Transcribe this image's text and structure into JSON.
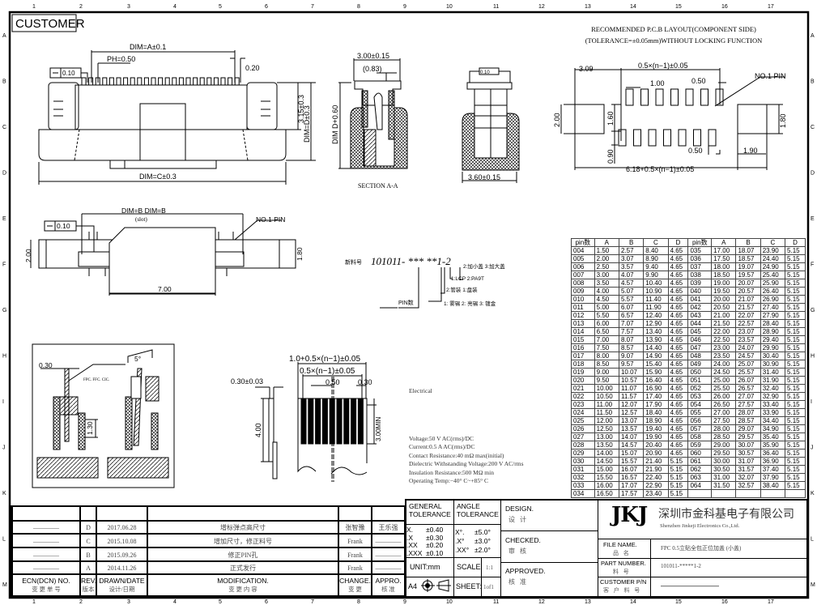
{
  "title_tag": "CUSTOMER",
  "zone_columns": [
    "1",
    "2",
    "3",
    "4",
    "5",
    "6",
    "7",
    "8",
    "9",
    "10",
    "11",
    "12",
    "13",
    "14",
    "15",
    "16",
    "17"
  ],
  "zone_rows": [
    "A",
    "B",
    "C",
    "D",
    "E",
    "F",
    "G",
    "H",
    "I",
    "J",
    "K",
    "L",
    "M"
  ],
  "front_view": {
    "dim_a": "DIM=A±0.1",
    "pitch": "PH=0.50",
    "flatness": "0.10",
    "dim_020": "0.20",
    "dim_c": "DIM=C±0.3",
    "height": "3.15±0.3",
    "dim_d": "DIM=D±0.3"
  },
  "section_view": {
    "width": "3.00±0.15",
    "inner": "(0.83)",
    "height": "DIM D+0.60",
    "caption": "SECTION A-A",
    "end_width": "3.60±0.15",
    "end_flatness": "0.10"
  },
  "pcb_layout": {
    "title": "RECOMMENDED P.C.B LAYOUT(COMPONENT SIDE)",
    "subtitle": "(TOLERANCE=±0.05mm)WITHOUT LOCKING FUNCTION",
    "d309": "3.09",
    "pitch_total": "0.5×(n−1)±0.05",
    "d100": "1.00",
    "d050_top": "0.50",
    "no1pin": "NO.1 PIN",
    "d200": "2.00",
    "d160": "1.60",
    "d180": "1.80",
    "d090": "0.90",
    "d050_bot": "0.50",
    "d190": "1.90",
    "overall": "6.18+0.5×(n−1)±0.05"
  },
  "side_view": {
    "dim_b": "DIM=B  DIM=B",
    "slot": "(slot)",
    "flatness": "0.10",
    "no1pin": "NO.1 PIN",
    "d200": "2.00",
    "d180": "1.80",
    "d700": "7.00"
  },
  "part_code": {
    "label": "新料号",
    "code": "101011- *** **1-2",
    "opt_cover": "2:加小盖   3:加大盖",
    "opt_material": "1:LCP   2:PA9T",
    "opt_pack": "2:管装     1:盘装",
    "opt_plating": "1: 雾锡      2: 亮锡      3: 镀金",
    "pin_label": "PIN数"
  },
  "fpc_detail": {
    "d030": "0.30",
    "fpc_note": "FPC. FFC. CIC.",
    "d130": "1.30",
    "angle": "5°"
  },
  "fpc_spec": {
    "overall": "1.0+0.5×(n−1)±0.05",
    "pitch_total": "0.5×(n−1)±0.05",
    "thickness": "0.30±0.03",
    "pitch": "0.50",
    "d030": "0.30",
    "d400": "4.00",
    "d300": "3.00MIN"
  },
  "electrical": {
    "heading": "Electrical",
    "lines": [
      "Voltage:50 V AC(rms)/DC",
      "Current:0.5 A AC(rms)/DC",
      "Contact Resistance:40 mΩ max(initial)",
      "Dielectric Withstanding Voltage:200 V AC/rms",
      "Insulation Resistance:500 MΩ min",
      "Operating Temp:−40° C~+85° C"
    ]
  },
  "pin_table": {
    "headers": [
      "pin数",
      "A",
      "B",
      "C",
      "D",
      "pin数",
      "A",
      "B",
      "C",
      "D"
    ],
    "rows": [
      [
        "004",
        "1.50",
        "2.57",
        "8.40",
        "4.65",
        "035",
        "17.00",
        "18.07",
        "23.90",
        "5.15"
      ],
      [
        "005",
        "2.00",
        "3.07",
        "8.90",
        "4.65",
        "036",
        "17.50",
        "18.57",
        "24.40",
        "5.15"
      ],
      [
        "006",
        "2.50",
        "3.57",
        "9.40",
        "4.65",
        "037",
        "18.00",
        "19.07",
        "24.90",
        "5.15"
      ],
      [
        "007",
        "3.00",
        "4.07",
        "9.90",
        "4.65",
        "038",
        "18.50",
        "19.57",
        "25.40",
        "5.15"
      ],
      [
        "008",
        "3.50",
        "4.57",
        "10.40",
        "4.65",
        "039",
        "19.00",
        "20.07",
        "25.90",
        "5.15"
      ],
      [
        "009",
        "4.00",
        "5.07",
        "10.90",
        "4.65",
        "040",
        "19.50",
        "20.57",
        "26.40",
        "5.15"
      ],
      [
        "010",
        "4.50",
        "5.57",
        "11.40",
        "4.65",
        "041",
        "20.00",
        "21.07",
        "26.90",
        "5.15"
      ],
      [
        "011",
        "5.00",
        "6.07",
        "11.90",
        "4.65",
        "042",
        "20.50",
        "21.57",
        "27.40",
        "5.15"
      ],
      [
        "012",
        "5.50",
        "6.57",
        "12.40",
        "4.65",
        "043",
        "21.00",
        "22.07",
        "27.90",
        "5.15"
      ],
      [
        "013",
        "6.00",
        "7.07",
        "12.90",
        "4.65",
        "044",
        "21.50",
        "22.57",
        "28.40",
        "5.15"
      ],
      [
        "014",
        "6.50",
        "7.57",
        "13.40",
        "4.65",
        "045",
        "22.00",
        "23.07",
        "28.90",
        "5.15"
      ],
      [
        "015",
        "7.00",
        "8.07",
        "13.90",
        "4.65",
        "046",
        "22.50",
        "23.57",
        "29.40",
        "5.15"
      ],
      [
        "016",
        "7.50",
        "8.57",
        "14.40",
        "4.65",
        "047",
        "23.00",
        "24.07",
        "29.90",
        "5.15"
      ],
      [
        "017",
        "8.00",
        "9.07",
        "14.90",
        "4.65",
        "048",
        "23.50",
        "24.57",
        "30.40",
        "5.15"
      ],
      [
        "018",
        "8.50",
        "9.57",
        "15.40",
        "4.65",
        "049",
        "24.00",
        "25.07",
        "30.90",
        "5.15"
      ],
      [
        "019",
        "9.00",
        "10.07",
        "15.90",
        "4.65",
        "050",
        "24.50",
        "25.57",
        "31.40",
        "5.15"
      ],
      [
        "020",
        "9.50",
        "10.57",
        "16.40",
        "4.65",
        "051",
        "25.00",
        "26.07",
        "31.90",
        "5.15"
      ],
      [
        "021",
        "10.00",
        "11.07",
        "16.90",
        "4.65",
        "052",
        "25.50",
        "26.57",
        "32.40",
        "5.15"
      ],
      [
        "022",
        "10.50",
        "11.57",
        "17.40",
        "4.65",
        "053",
        "26.00",
        "27.07",
        "32.90",
        "5.15"
      ],
      [
        "023",
        "11.00",
        "12.07",
        "17.90",
        "4.65",
        "054",
        "26.50",
        "27.57",
        "33.40",
        "5.15"
      ],
      [
        "024",
        "11.50",
        "12.57",
        "18.40",
        "4.65",
        "055",
        "27.00",
        "28.07",
        "33.90",
        "5.15"
      ],
      [
        "025",
        "12.00",
        "13.07",
        "18.90",
        "4.65",
        "056",
        "27.50",
        "28.57",
        "34.40",
        "5.15"
      ],
      [
        "026",
        "12.50",
        "13.57",
        "19.40",
        "4.65",
        "057",
        "28.00",
        "29.07",
        "34.90",
        "5.15"
      ],
      [
        "027",
        "13.00",
        "14.07",
        "19.90",
        "4.65",
        "058",
        "28.50",
        "29.57",
        "35.40",
        "5.15"
      ],
      [
        "028",
        "13.50",
        "14.57",
        "20.40",
        "4.65",
        "059",
        "29.00",
        "30.07",
        "35.90",
        "5.15"
      ],
      [
        "029",
        "14.00",
        "15.07",
        "20.90",
        "4.65",
        "060",
        "29.50",
        "30.57",
        "36.40",
        "5.15"
      ],
      [
        "030",
        "14.50",
        "15.57",
        "21.40",
        "5.15",
        "061",
        "30.00",
        "31.07",
        "36.90",
        "5.15"
      ],
      [
        "031",
        "15.00",
        "16.07",
        "21.90",
        "5.15",
        "062",
        "30.50",
        "31.57",
        "37.40",
        "5.15"
      ],
      [
        "032",
        "15.50",
        "16.57",
        "22.40",
        "5.15",
        "063",
        "31.00",
        "32.07",
        "37.90",
        "5.15"
      ],
      [
        "033",
        "16.00",
        "17.07",
        "22.90",
        "5.15",
        "064",
        "31.50",
        "32.57",
        "38.40",
        "5.15"
      ],
      [
        "034",
        "16.50",
        "17.57",
        "23.40",
        "5.15",
        "",
        "",
        "",
        "",
        ""
      ]
    ]
  },
  "revisions": {
    "rows": [
      {
        "ecn": "",
        "rev": "",
        "date": "",
        "mod": "",
        "change": "",
        "appro": ""
      },
      {
        "ecn": "————",
        "rev": "D",
        "date": "2017.06.28",
        "mod": "增标弹点高尺寸",
        "change": "张智豫",
        "appro": "王乐强"
      },
      {
        "ecn": "————",
        "rev": "C",
        "date": "2015.10.08",
        "mod": "增加尺寸，修正料号",
        "change": "Frank",
        "appro": "————"
      },
      {
        "ecn": "————",
        "rev": "B",
        "date": "2015.09.26",
        "mod": "修正PIN孔",
        "change": "Frank",
        "appro": "————"
      },
      {
        "ecn": "————",
        "rev": "A",
        "date": "2014.11.26",
        "mod": "正式发行",
        "change": "Frank",
        "appro": "————"
      }
    ],
    "headers": {
      "ecn": "ECN(DCN) NO.",
      "ecn_cn": "变 更 单 号",
      "rev": "REV.",
      "rev_cn": "版本",
      "date": "DRAWN/DATE",
      "date_cn": "设计/日期",
      "mod": "MODIFICATION.",
      "mod_cn": "变 更 内 容",
      "change": "CHANGE.",
      "change_cn": "变 更",
      "appro": "APPRO.",
      "appro_cn": "核 准"
    }
  },
  "title_block": {
    "general_tol": "GENERAL TOLERANCE",
    "angle_tol": "ANGLE TOLERANCE",
    "gen_rows": [
      [
        "X.",
        "±0.40"
      ],
      [
        ".X",
        "±0.30"
      ],
      [
        ".XX",
        "±0.20"
      ],
      [
        ".XXX",
        "±0.10"
      ]
    ],
    "ang_rows": [
      [
        "X°.",
        "±5.0°"
      ],
      [
        ".X°",
        "±3.0°"
      ],
      [
        ".XX°",
        "±2.0°"
      ]
    ],
    "unit": "UNIT:mm",
    "scale_label": "SCALE",
    "scale_value": "1:1",
    "paper": "A4",
    "sheet_label": "SHEET:",
    "sheet_value": "1of1",
    "design": "DESIGN.",
    "design_cn": "设 计",
    "checked": "CHECKED.",
    "checked_cn": "审 核",
    "approved": "APPROVED.",
    "approved_cn": "核 准",
    "logo": "JKJ",
    "company_cn": "深圳市金科基电子有限公司",
    "company_en": "Shenzhen Jinkeji Electronics Co.,Ltd.",
    "file_name_label": "FILE NAME.",
    "file_name_cn": "品 名",
    "file_name": "FPC 0.5立贴全包正位加盖 (小盖)",
    "part_number_label": "PART NUMBER.",
    "part_number_cn": "料 号",
    "part_number": "101011-*****1-2",
    "customer_pn_label": "CUSTOMER P/N",
    "customer_pn_cn": "客 户 料 号",
    "customer_pn": "————————"
  }
}
